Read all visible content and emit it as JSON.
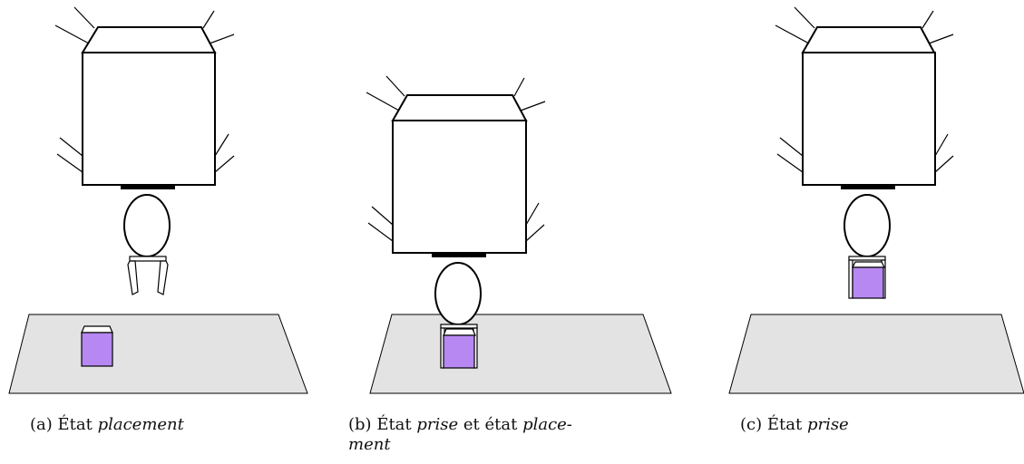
{
  "colors": {
    "table": "#e3e3e3",
    "cube": "#b788f2",
    "stroke": "#000000"
  },
  "panels": [
    {
      "id": "a",
      "label": "(a)",
      "caption_plain_1": "État ",
      "caption_italic_1": "placement",
      "caption_plain_2": "",
      "caption_italic_2": "",
      "caption_line2_italic": ""
    },
    {
      "id": "b",
      "label": "(b)",
      "caption_plain_1": "État ",
      "caption_italic_1": "prise",
      "caption_plain_2": " et état ",
      "caption_italic_2": "place-",
      "caption_line2_italic": "ment"
    },
    {
      "id": "c",
      "label": "(c)",
      "caption_plain_1": "État ",
      "caption_italic_1": "prise",
      "caption_plain_2": "",
      "caption_italic_2": "",
      "caption_line2_italic": ""
    }
  ]
}
